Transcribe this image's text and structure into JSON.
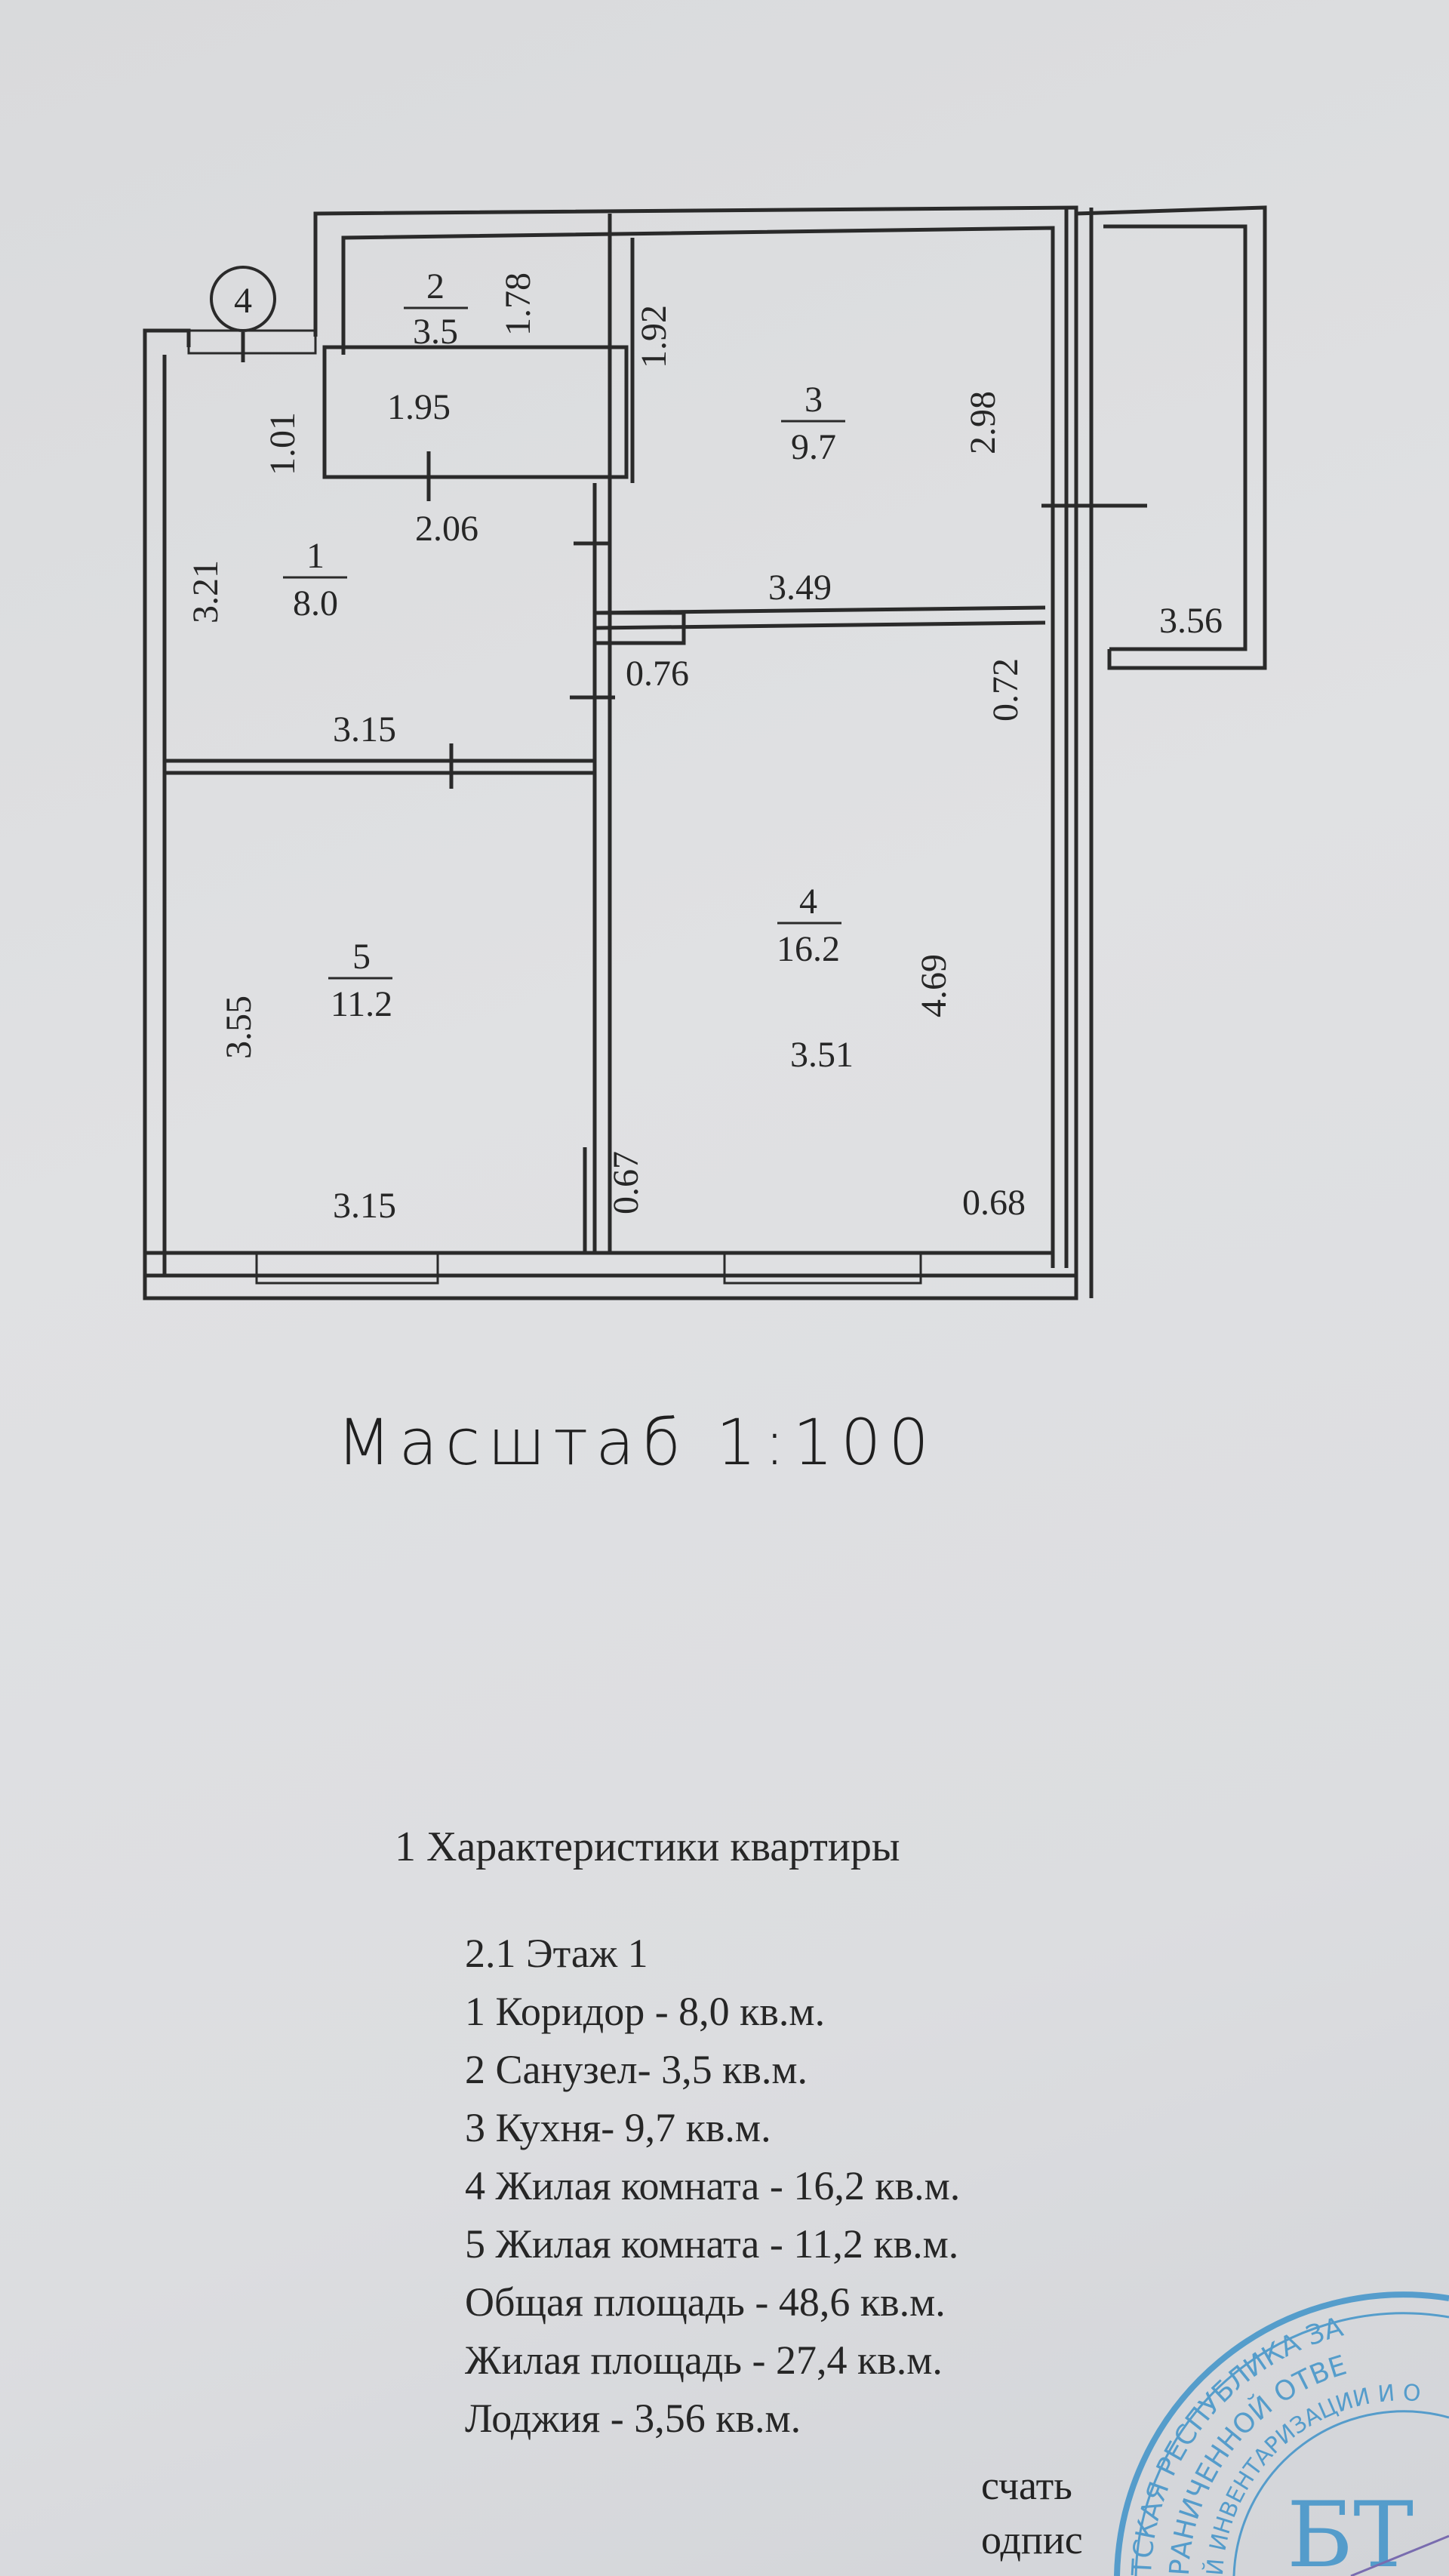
{
  "plan": {
    "axis_marker": "4",
    "rooms": [
      {
        "number": "1",
        "area": "8.0"
      },
      {
        "number": "2",
        "area": "3.5"
      },
      {
        "number": "3",
        "area": "9.7"
      },
      {
        "number": "4",
        "area": "16.2"
      },
      {
        "number": "5",
        "area": "11.2"
      }
    ],
    "dimensions": {
      "bath_h": "1.78",
      "bath_w": "1.95",
      "kitchen_left": "1.92",
      "kitchen_h": "2.98",
      "corr_door": "1.01",
      "corr_top": "2.06",
      "corr_h": "3.21",
      "kitchen_w": "3.49",
      "loggia": "3.56",
      "wall_076": "0.76",
      "wall_072": "0.72",
      "corr_w": "3.15",
      "room4_h": "4.69",
      "room5_h": "3.55",
      "room4_w": "3.51",
      "wall_067": "0.67",
      "room5_w": "3.15",
      "wall_068": "0.68"
    }
  },
  "scale_label": "Масштаб 1:100",
  "characteristics": {
    "heading": "1 Характеристики квартиры",
    "items": [
      "2.1 Этаж 1",
      "1 Коридор - 8,0 кв.м.",
      "2 Санузел- 3,5 кв.м.",
      "3 Кухня- 9,7 кв.м.",
      "4 Жилая комната - 16,2 кв.м.",
      "5 Жилая комната - 11,2 кв.м.",
      "Общая площадь - 48,6 кв.м.",
      "Жилая площадь - 27,4 кв.м.",
      "Лоджия - 3,56 кв.м."
    ]
  },
  "partial_text": [
    "счать",
    "одпис"
  ],
  "stamp": {
    "outer": "ТСКАЯ РЕСПУБЛИКА ЗА",
    "middle": "РАНИЧЕННОЙ ОТВЕ",
    "inner": "Й ИНВЕНТАРИЗАЦИИ И О",
    "center": "БТ",
    "color": "#3f93c9"
  }
}
